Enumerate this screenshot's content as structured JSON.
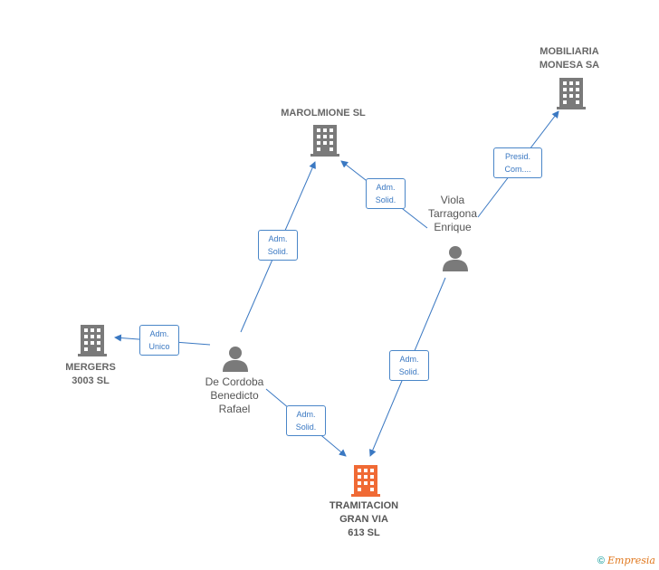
{
  "nodes": {
    "mobiliaria": {
      "label": "MOBILIARIA\nMONESA SA",
      "kind": "company"
    },
    "marolmione": {
      "label": "MAROLMIONE SL",
      "kind": "company"
    },
    "mergers": {
      "label": "MERGERS\n3003  SL",
      "kind": "company"
    },
    "tramitacion": {
      "label": "TRAMITACION\nGRAN VIA\n613  SL",
      "kind": "company-main"
    },
    "viola": {
      "label": "Viola\nTarragona\nEnrique",
      "kind": "person"
    },
    "decordoba": {
      "label": "De Cordoba\nBenedicto\nRafael",
      "kind": "person"
    }
  },
  "edges": {
    "viola_mobiliaria": "Presid.\nCom....",
    "viola_marolmione": "Adm.\nSolid.",
    "decordoba_marolmione": "Adm.\nSolid.",
    "decordoba_mergers": "Adm.\nUnico",
    "decordoba_tramitacion": "Adm.\nSolid.",
    "viola_tramitacion": "Adm.\nSolid."
  },
  "colors": {
    "company_icon": "#7a7a7a",
    "main_company_icon": "#f06a35",
    "person_icon": "#7a7a7a",
    "edge": "#3a78c2"
  },
  "footer": {
    "copyright": "©",
    "brand": "Empresia"
  }
}
